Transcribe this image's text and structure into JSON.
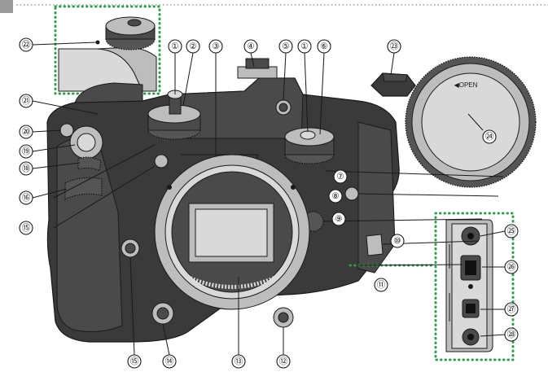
{
  "diagram": {
    "callouts": [
      {
        "id": "c1a",
        "label": "①"
      },
      {
        "id": "c1b",
        "label": "①"
      },
      {
        "id": "c2",
        "label": "②"
      },
      {
        "id": "c3",
        "label": "③"
      },
      {
        "id": "c4",
        "label": "④"
      },
      {
        "id": "c5",
        "label": "⑤"
      },
      {
        "id": "c6",
        "label": "⑥"
      },
      {
        "id": "c7",
        "label": "⑦"
      },
      {
        "id": "c8",
        "label": "⑧"
      },
      {
        "id": "c9",
        "label": "⑨"
      },
      {
        "id": "c10",
        "label": "⑩"
      },
      {
        "id": "c11",
        "label": "⑪"
      },
      {
        "id": "c12",
        "label": "⑫"
      },
      {
        "id": "c13",
        "label": "⑬"
      },
      {
        "id": "c14",
        "label": "⑭"
      },
      {
        "id": "c15",
        "label": "⑮"
      },
      {
        "id": "c16",
        "label": "⑯"
      },
      {
        "id": "c17",
        "label": "⑰"
      },
      {
        "id": "c18",
        "label": "⑱"
      },
      {
        "id": "c19",
        "label": "⑲"
      },
      {
        "id": "c20",
        "label": "⑳"
      },
      {
        "id": "c21",
        "label": "㉑"
      },
      {
        "id": "c22",
        "label": "㉒"
      },
      {
        "id": "c23",
        "label": "㉓"
      },
      {
        "id": "c24",
        "label": "㉔"
      },
      {
        "id": "c25",
        "label": "㉕"
      },
      {
        "id": "c26",
        "label": "㉖"
      },
      {
        "id": "c27",
        "label": "㉗"
      },
      {
        "id": "c28",
        "label": "㉘"
      },
      {
        "id": "c29",
        "label": "㉙"
      }
    ],
    "body_cap_text": "◀OPEN",
    "colors": {
      "dotted_frame": "#2e9e4a",
      "callout_stroke": "#1a1a1a",
      "body": "#3a3a3a"
    }
  }
}
